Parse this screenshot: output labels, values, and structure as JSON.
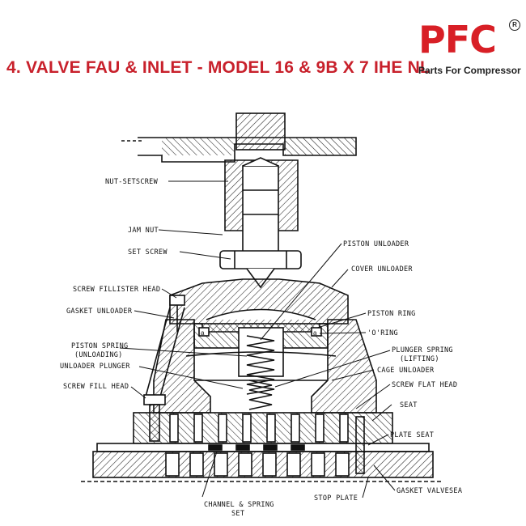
{
  "header": {
    "title": "4. VALVE FAU & INLET - MODEL 16 & 9B X 7 IHE NL"
  },
  "logo": {
    "mark": "PFC",
    "registered": "R",
    "tagline": "Parts For Compressor",
    "color": "#d81f26"
  },
  "title_color": "#c8202b",
  "diagram": {
    "labels": {
      "nut_setscrew": "NUT-SETSCREW",
      "jam_nut": "JAM NUT",
      "set_screw": "SET SCREW",
      "screw_fillister_head": "SCREW FILLISTER HEAD",
      "gasket_unloader": "GASKET UNLOADER",
      "piston_spring_line1": "PISTON SPRING",
      "piston_spring_line2": "(UNLOADING)",
      "unloader_plunger": "UNLOADER PLUNGER",
      "screw_fill_head": "SCREW FILL HEAD",
      "piston_unloader": "PISTON UNLOADER",
      "cover_unloader": "COVER UNLOADER",
      "piston_ring": "PISTON RING",
      "o_ring": "'O'RING",
      "plunger_spring_line1": "PLUNGER SPRING",
      "plunger_spring_line2": "(LIFTING)",
      "cage_unloader": "CAGE UNLOADER",
      "screw_flat_head": "SCREW FLAT HEAD",
      "seat": "SEAT",
      "plate_seat": "PLATE SEAT",
      "gasket_valve_sea": "GASKET VALVESEA",
      "stop_plate": "STOP PLATE",
      "channel_spring_line1": "CHANNEL & SPRING",
      "channel_spring_line2": "SET"
    }
  }
}
